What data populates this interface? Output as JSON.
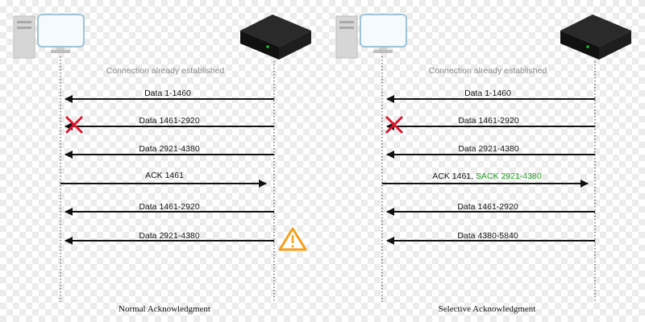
{
  "left_panel": {
    "header": "Connection already established",
    "caption": "Normal Acknowledgment",
    "messages": [
      {
        "label": "Data 1-1460"
      },
      {
        "label": "Data 1461-2920"
      },
      {
        "label": "Data 2921-4380"
      },
      {
        "label": "ACK 1461"
      },
      {
        "label": "Data 1461-2920"
      },
      {
        "label": "Data 2921-4380"
      }
    ]
  },
  "right_panel": {
    "header": "Connection already established",
    "caption": "Selective Acknowledgment",
    "messages": [
      {
        "label": "Data 1-1460"
      },
      {
        "label": "Data 1461-2920"
      },
      {
        "label": "Data 2921-4380"
      },
      {
        "label": "ACK 1461,",
        "label_extra": "SACK 2921-4380"
      },
      {
        "label": "Data 1461-2920"
      },
      {
        "label": "Data 4380-5840"
      }
    ]
  },
  "icons": {
    "client": "client-computer-icon",
    "server": "server-box-icon",
    "lost": "lost-packet-x-icon",
    "warning": "warning-triangle-icon"
  },
  "colors": {
    "lost_x": "#e0142c",
    "warning": "#f5a01a",
    "sack": "#22a122",
    "arrow": "#111111"
  }
}
